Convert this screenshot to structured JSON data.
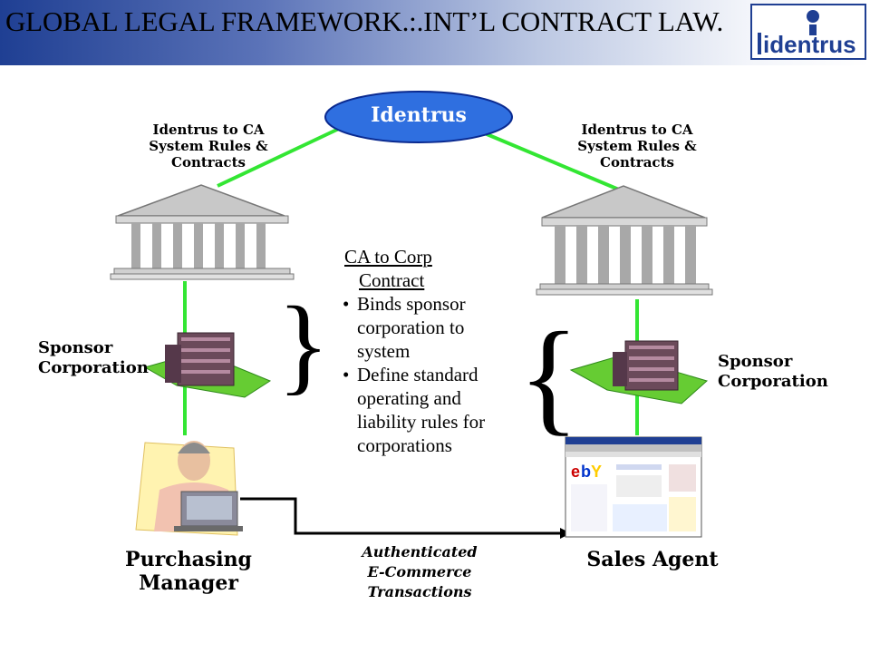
{
  "header": {
    "title": "GLOBAL LEGAL FRAMEWORK.:.INT’L CONTRACT LAW.",
    "logo_text": "identrus",
    "background_start": "#1f3f93",
    "background_end": "#ffffff"
  },
  "diagram": {
    "hub_label": "Identrus",
    "left_ca_label": [
      "Identrus to CA",
      "System Rules &",
      "Contracts"
    ],
    "right_ca_label": [
      "Identrus to CA",
      "System Rules &",
      "Contracts"
    ],
    "left_sponsor_label": [
      "Sponsor",
      "Corporation"
    ],
    "right_sponsor_label": [
      "Sponsor",
      "Corporation"
    ],
    "contract_box": {
      "title_line1": "CA to Corp",
      "title_line2": "Contract",
      "bullets": [
        [
          "Binds sponsor",
          "corporation to",
          "system"
        ],
        [
          "Define standard",
          "operating and",
          "liability rules for",
          "corporations"
        ]
      ]
    },
    "purchasing_manager_label": [
      "Purchasing",
      "Manager"
    ],
    "sales_agent_label": "Sales Agent",
    "transaction_label": [
      "Authenticated",
      "E-Commerce",
      "Transactions"
    ],
    "colors": {
      "hub_fill": "#2f6fe0",
      "link_green": "#33e633",
      "lawn_green": "#66cc33",
      "building": "#6b4a5a",
      "bank": "#9a9a9a"
    }
  }
}
